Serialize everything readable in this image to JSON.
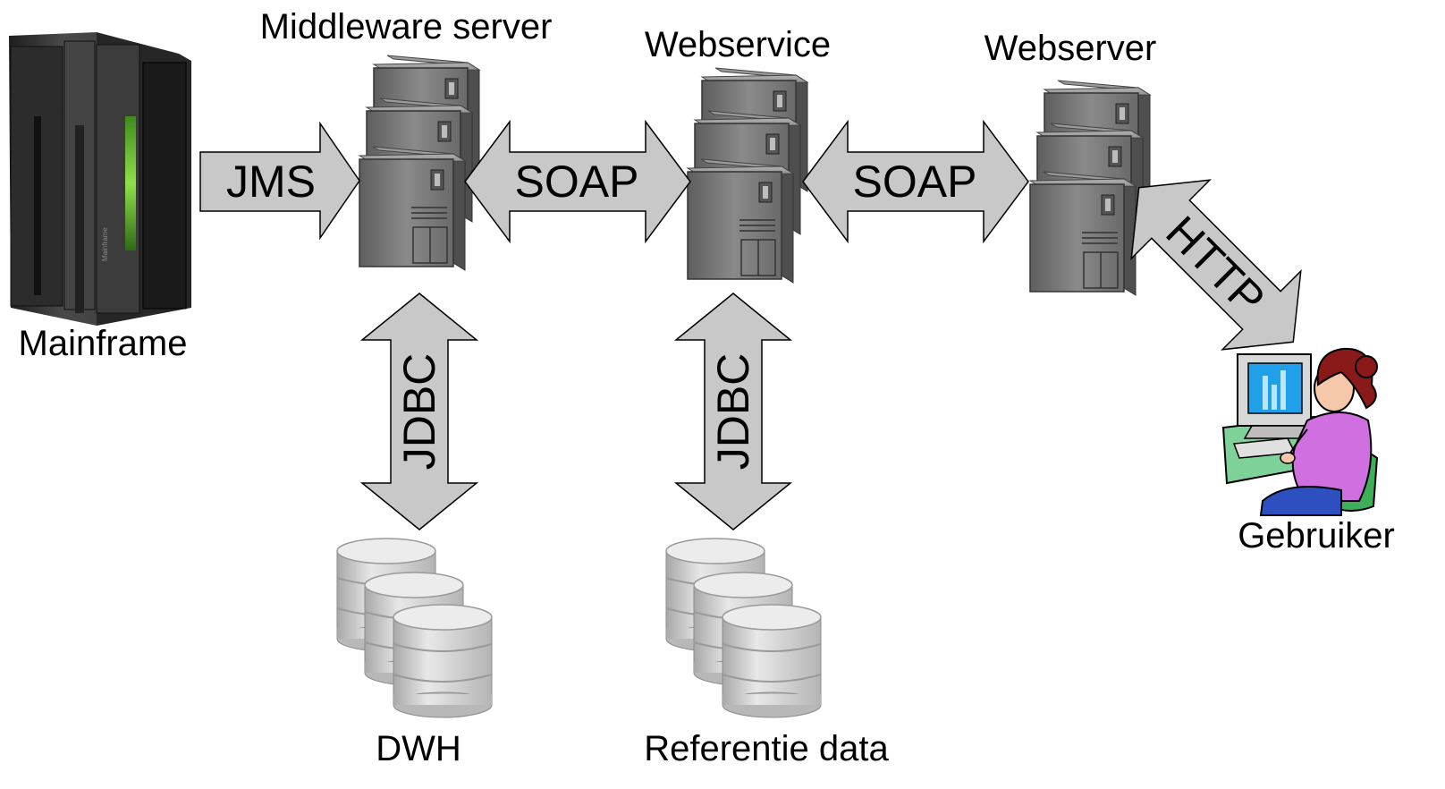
{
  "nodes": {
    "mainframe": {
      "label": "Mainframe",
      "brand": "Mainframe"
    },
    "middleware": {
      "label": "Middleware server"
    },
    "webservice": {
      "label": "Webservice"
    },
    "webserver": {
      "label": "Webserver"
    },
    "user": {
      "label": "Gebruiker"
    },
    "dwh": {
      "label": "DWH"
    },
    "refdata": {
      "label": "Referentie data"
    }
  },
  "connections": {
    "mainframe_middleware": {
      "label": "JMS",
      "direction": "one-way"
    },
    "middleware_webservice": {
      "label": "SOAP",
      "direction": "two-way"
    },
    "webservice_webserver": {
      "label": "SOAP",
      "direction": "two-way"
    },
    "webserver_user": {
      "label": "HTTP",
      "direction": "two-way"
    },
    "middleware_dwh": {
      "label": "JDBC",
      "direction": "two-way"
    },
    "webservice_refdata": {
      "label": "JDBC",
      "direction": "two-way"
    }
  },
  "colors": {
    "arrow_fill": "#c8c8c8",
    "arrow_stroke": "#000000",
    "server_body": "#7a7a7a",
    "database": "#d4d4d4",
    "mainframe_body": "#3a3a3a",
    "mainframe_accent": "#6cc23a"
  }
}
